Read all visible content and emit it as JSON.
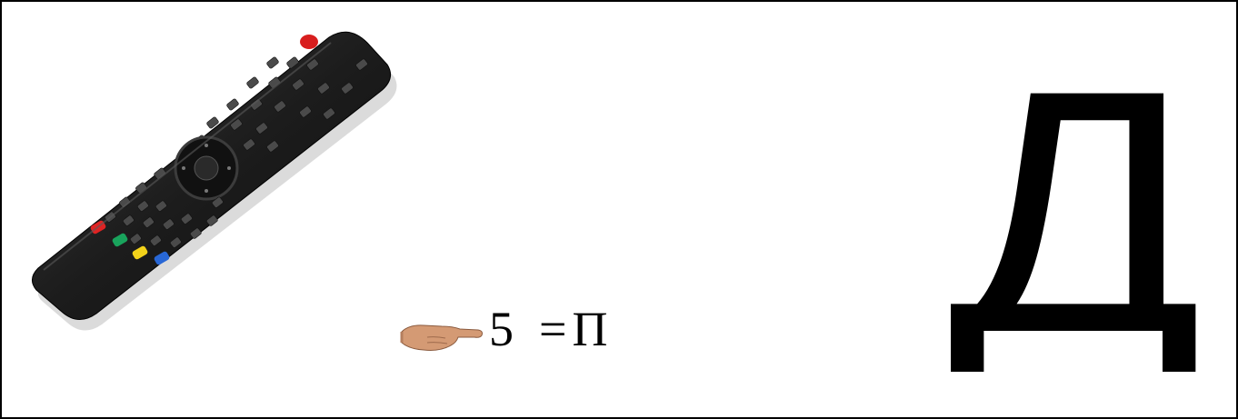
{
  "puzzle": {
    "number": "5",
    "equals": "=",
    "result": "П",
    "pointer_icon": "pointing-hand-icon"
  },
  "picture": {
    "object_icon": "tv-remote-icon"
  },
  "big_letter": {
    "letter": "Д"
  },
  "colors": {
    "border": "#000000",
    "remote_body": "#1c1c1c",
    "power_button": "#d81e1e",
    "red_key": "#e02323",
    "green_key": "#19a35c",
    "yellow_key": "#f2d21a",
    "blue_key": "#2867d6",
    "skin": "#d49a74"
  }
}
